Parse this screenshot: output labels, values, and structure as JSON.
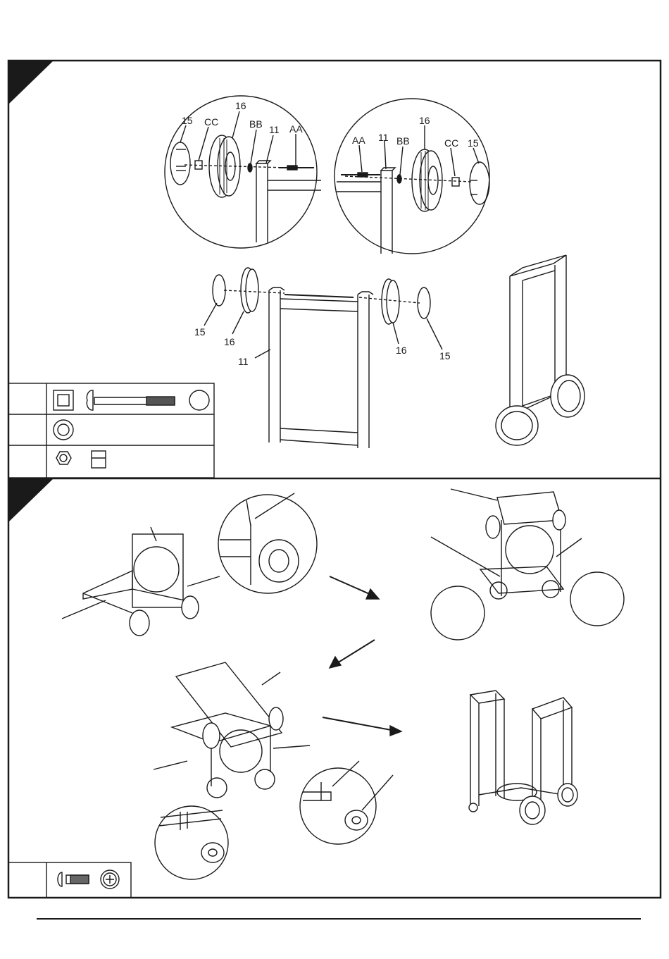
{
  "steps": {
    "step_1": {
      "zoom_left": {
        "labels": [
          "15",
          "CC",
          "16",
          "BB",
          "11",
          "AA"
        ]
      },
      "zoom_right": {
        "labels": [
          "16",
          "AA",
          "11",
          "BB",
          "CC",
          "15"
        ]
      },
      "assembly": {
        "labels": [
          "15",
          "16",
          "11",
          "16",
          "15"
        ]
      }
    }
  },
  "colors": {
    "line": "#1a1a1a",
    "paper": "#ffffff",
    "shade": "#9a9a9a"
  }
}
